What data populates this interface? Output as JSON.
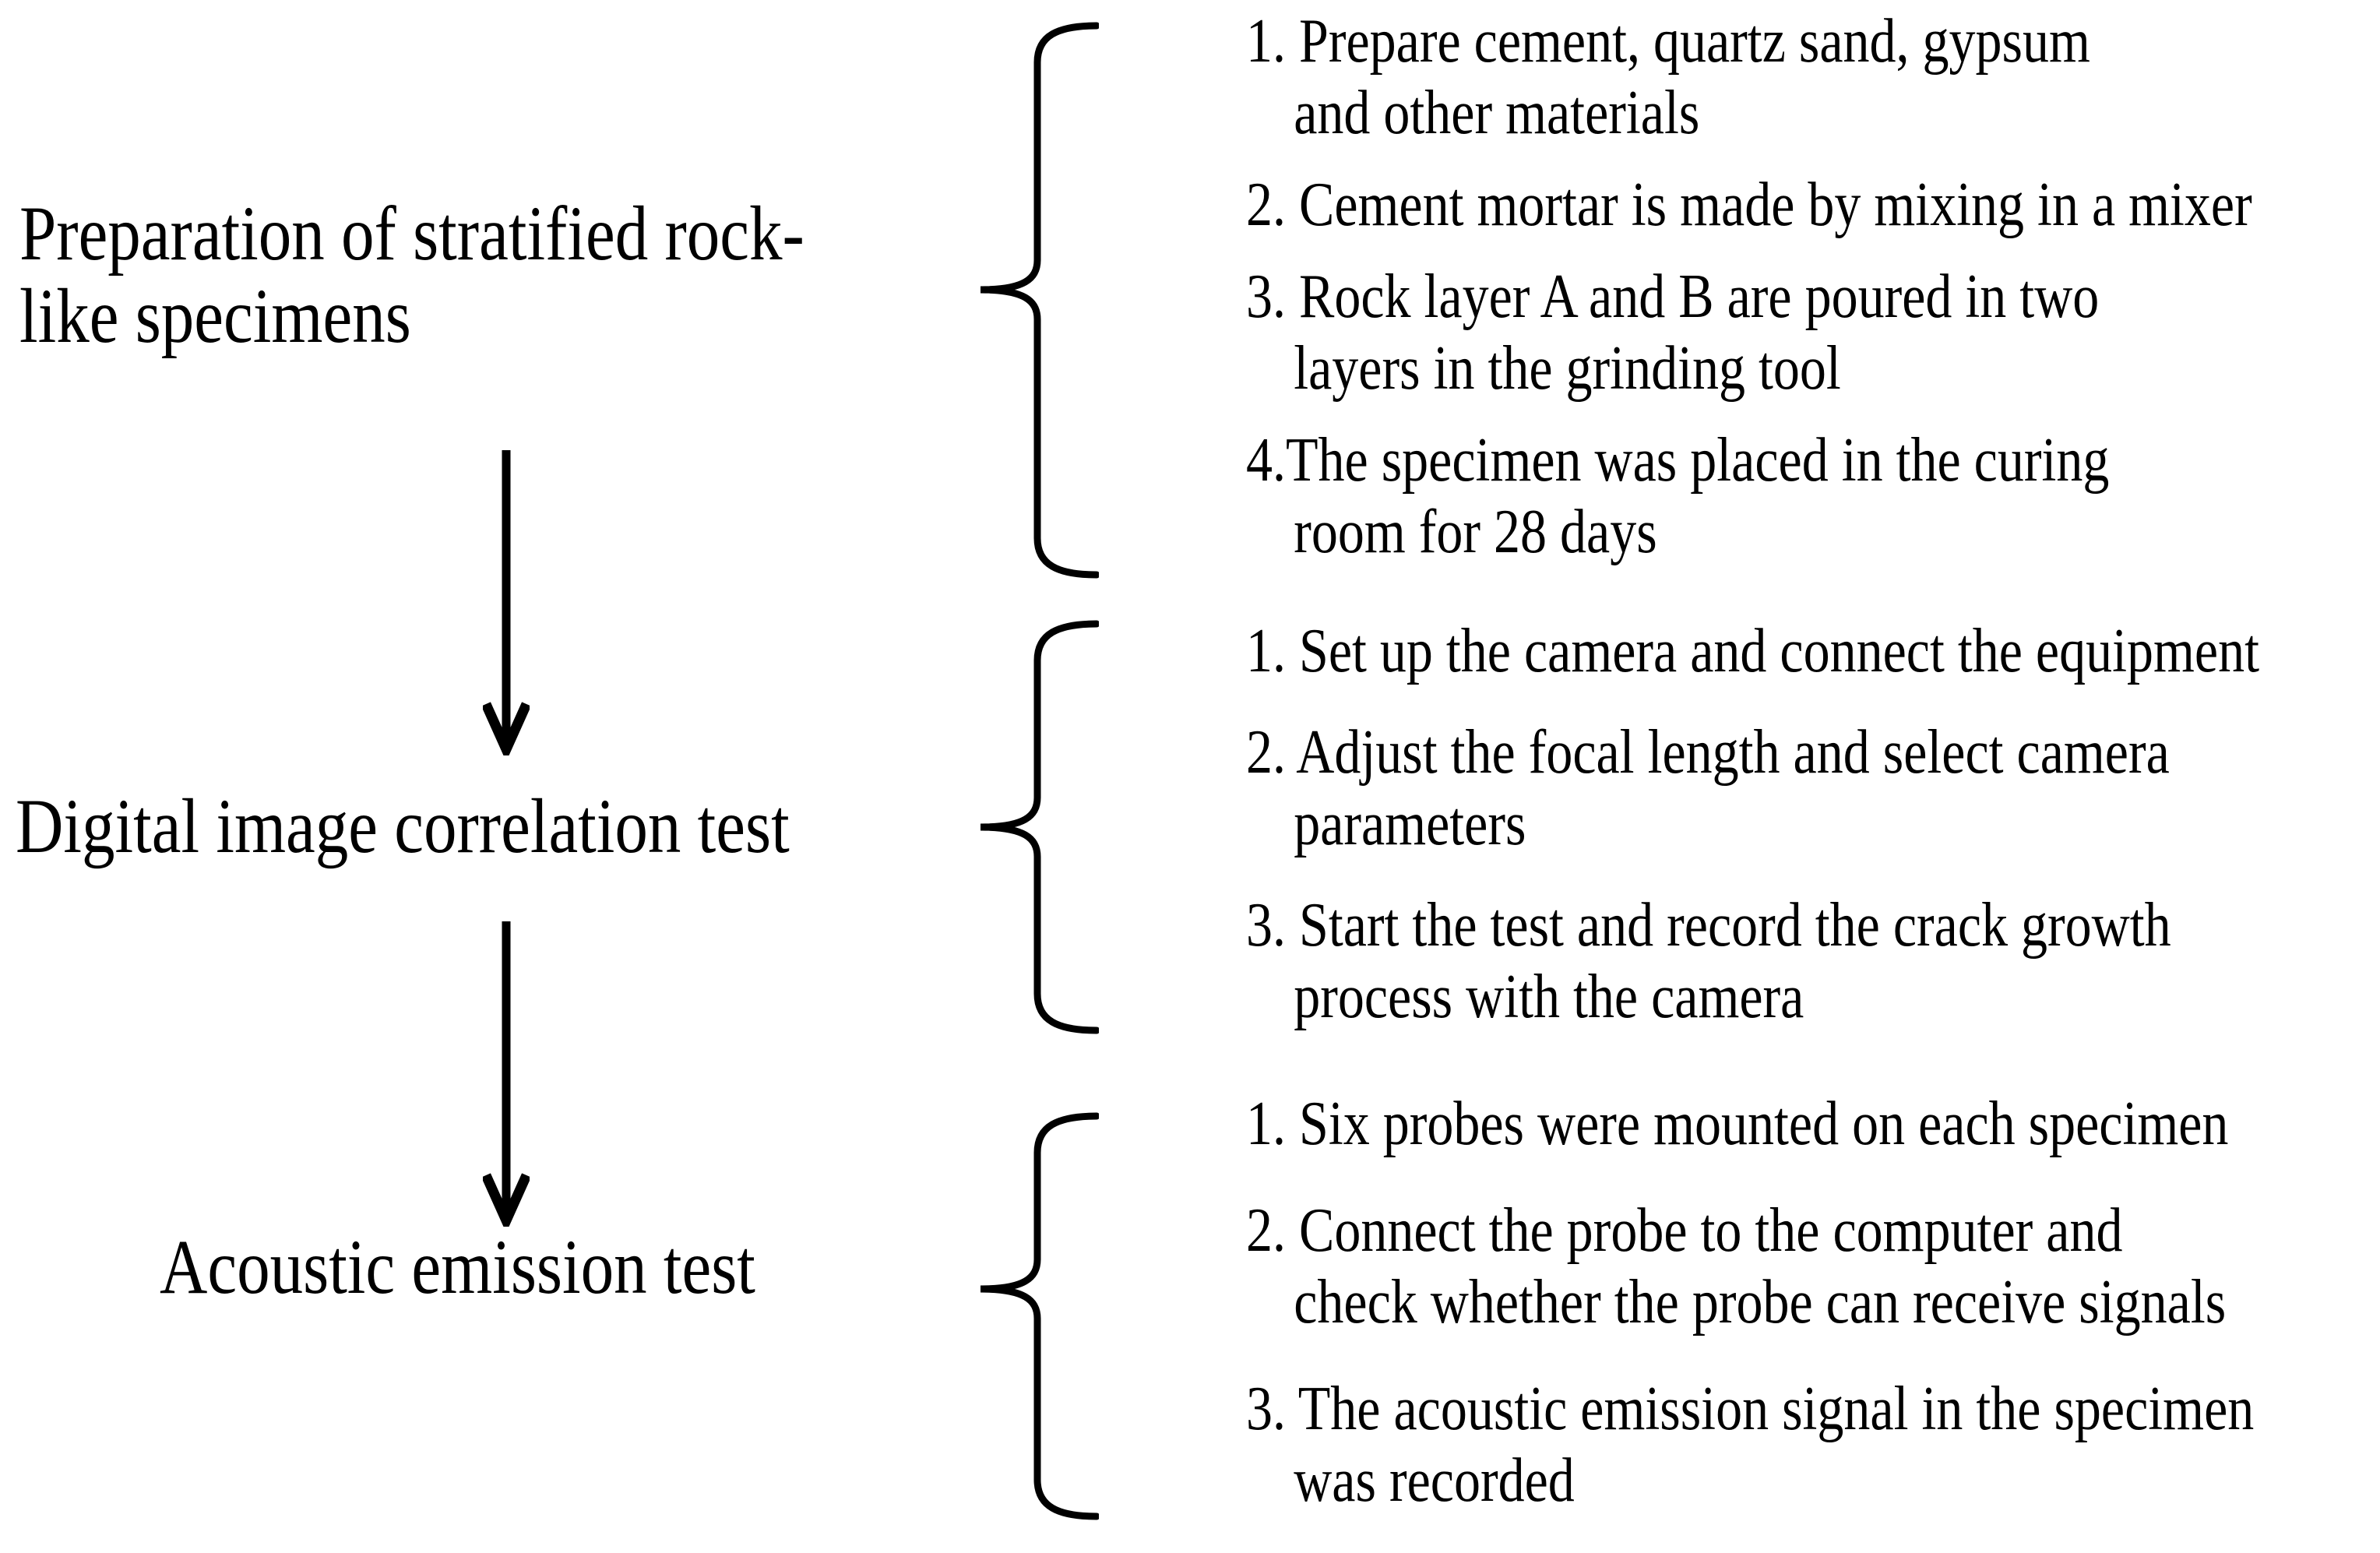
{
  "figure": {
    "background": "#ffffff",
    "ink": "#000000",
    "description": "Flowchart of stratified rock-like specimen testing procedure"
  },
  "stages": [
    {
      "label": "Preparation of stratified rock-\nlike specimens",
      "steps": [
        "1. Prepare cement, quartz sand, gypsum\nand other materials",
        "2. Cement mortar is made by mixing in a mixer",
        "3. Rock layer A and B are poured in two\nlayers in the grinding tool",
        "4.The specimen was placed in the curing\nroom for 28 days"
      ]
    },
    {
      "label": "Digital image correlation test",
      "steps": [
        "1. Set up the camera and connect the equipment",
        "2. Adjust the focal length and select camera\nparameters",
        "3. Start the test and record the crack growth\nprocess with the camera"
      ]
    },
    {
      "label": "Acoustic emission test",
      "steps": [
        "1. Six probes were mounted on each specimen",
        "2. Connect the probe to the computer and\ncheck whether the probe can receive signals",
        "3. The acoustic emission signal in the specimen\nwas recorded"
      ]
    }
  ]
}
